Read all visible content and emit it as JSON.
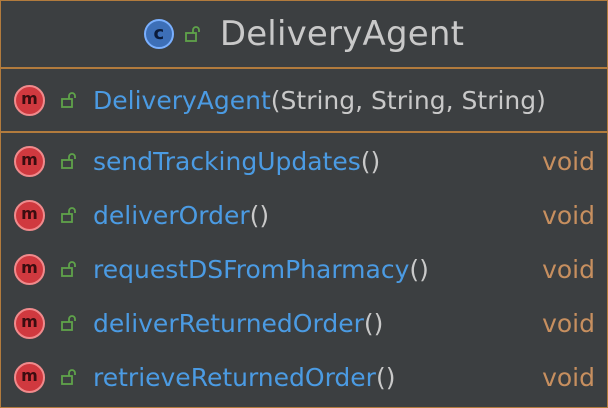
{
  "class": {
    "icon": "class-icon",
    "badge_letter": "c",
    "visibility_icon": "open-lock-icon",
    "name": "DeliveryAgent"
  },
  "colors": {
    "background": "#3c3f41",
    "border": "#b27b3d",
    "method_name": "#4b9be3",
    "params": "#c9c9c9",
    "return_type": "#c78f5f",
    "method_icon": "#d0393f",
    "class_icon": "#3d6fb7",
    "lock_icon": "#5fa34a"
  },
  "constructor": {
    "icon": "method-icon",
    "badge_letter": "m",
    "name": "DeliveryAgent",
    "params": "(String, String, String)"
  },
  "methods": [
    {
      "name": "sendTrackingUpdates",
      "params": "()",
      "return_type": "void"
    },
    {
      "name": "deliverOrder",
      "params": "()",
      "return_type": "void"
    },
    {
      "name": "requestDSFromPharmacy",
      "params": "()",
      "return_type": "void"
    },
    {
      "name": "deliverReturnedOrder",
      "params": "()",
      "return_type": "void"
    },
    {
      "name": "retrieveReturnedOrder",
      "params": "()",
      "return_type": "void"
    }
  ]
}
